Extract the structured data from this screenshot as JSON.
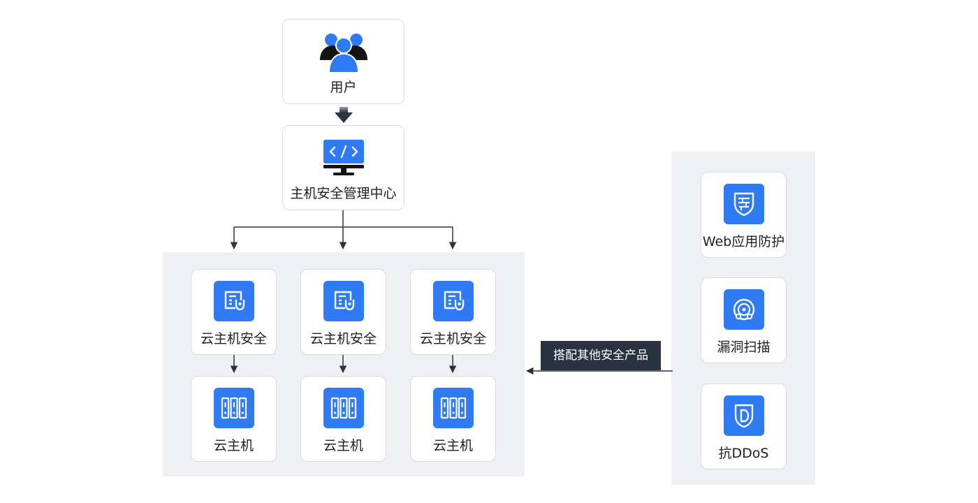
{
  "diagram": {
    "user": {
      "label": "用户",
      "icon": "users-icon"
    },
    "center": {
      "label": "主机安全管理中心",
      "icon": "code-monitor-icon"
    },
    "columns": [
      {
        "security": "云主机安全",
        "host": "云主机"
      },
      {
        "security": "云主机安全",
        "host": "云主机"
      },
      {
        "security": "云主机安全",
        "host": "云主机"
      }
    ],
    "connector_label": "搭配其他安全产品",
    "products": [
      {
        "label": "Web应用防护",
        "icon": "firewall-shield-icon"
      },
      {
        "label": "漏洞扫描",
        "icon": "scan-target-icon"
      },
      {
        "label": "抗DDoS",
        "icon": "ddos-shield-icon"
      }
    ],
    "colors": {
      "accent": "#2f7bf5",
      "panel": "#eef0f4",
      "line": "#2b3341",
      "tag_bg": "#2b3341"
    }
  }
}
